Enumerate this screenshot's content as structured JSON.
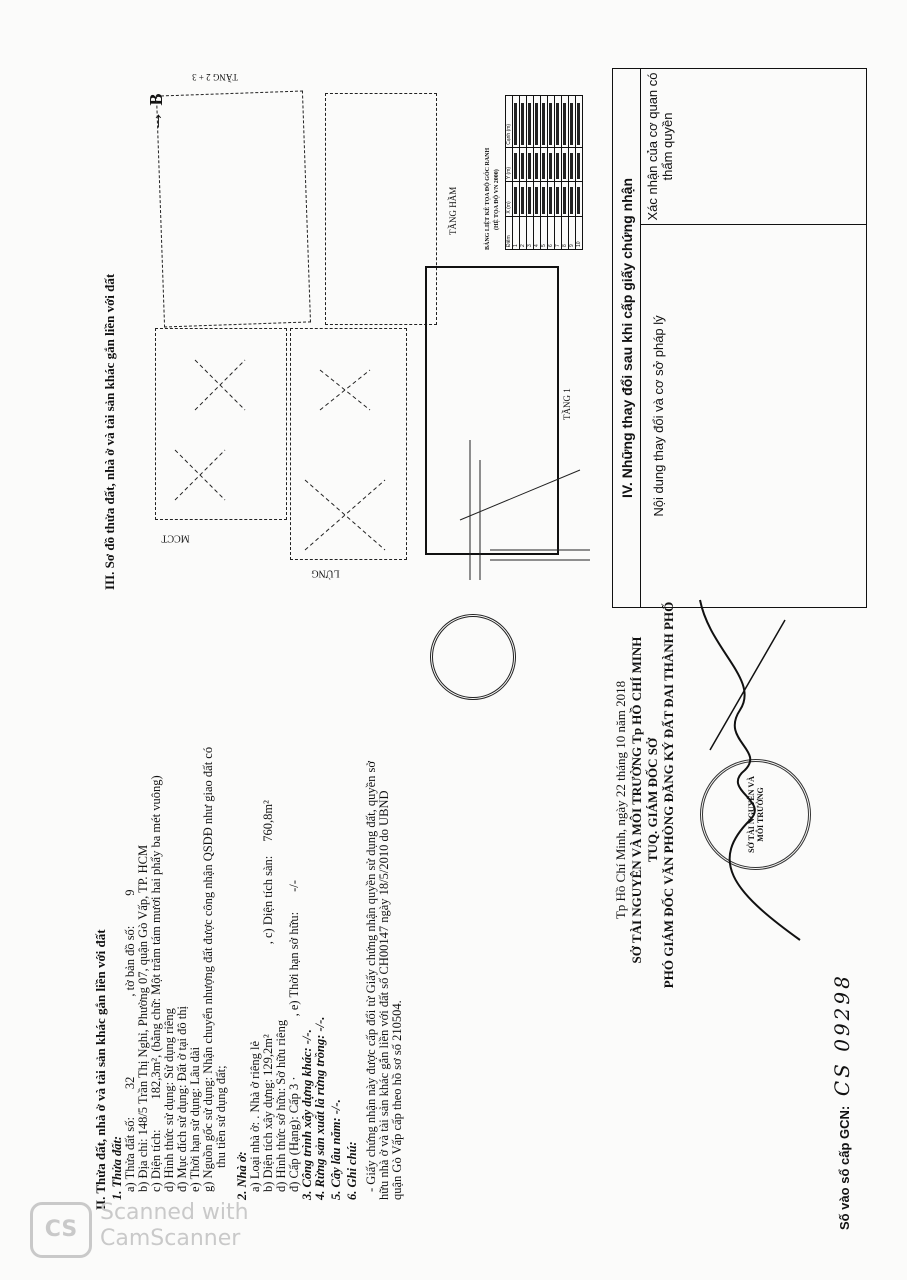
{
  "section2": {
    "heading": "II. Thửa đất, nhà ở và tài sản khác gắn liền với đất",
    "land_title": "1. Thửa đất:",
    "parcel_label": "a) Thửa đất số:",
    "parcel_no": "32",
    "map_sheet_label": ", tờ bản đồ số:",
    "map_sheet_no": "9",
    "address": "b) Địa chỉ:  148/5 Trần Thị Nghỉ, Phường 07, quận Gò Vấp, TP. HCM",
    "area_label": "c) Diện tích:",
    "area_value": "182,3m², (bằng chữ: Một trăm tám mươi hai phẩy ba mét vuông)",
    "use_form": "d) Hình thức sử dụng:   Sử dụng riêng",
    "use_purpose": "đ) Mục đích sử dụng:  Đất ở tại đô thị",
    "use_term": "e) Thời hạn sử dụng:   Lâu dài",
    "origin_1": "g) Nguồn gốc sử dụng: Nhận chuyển nhượng đất được công nhận QSDĐ như giao đất có",
    "origin_2": "thu tiền sử dụng đất;",
    "house_title": "2. Nhà ở:",
    "house_type": "a) Loại nhà ở:   . Nhà ở riêng lẻ",
    "build_area": "b) Diện tích xây dựng:    129,2m²",
    "floor_area_label": ", c) Diện tích sàn:",
    "floor_area": "760,8m²",
    "ownership": "d) Hình thức sở hữu:      Sở hữu riêng",
    "grade": "đ) Cấp (Hạng):  Cấp 3 ·",
    "own_term_label": ", e) Thời hạn sở hữu:",
    "own_term": "-/-",
    "other_works": "3. Công trình xây dựng khác: -/-.",
    "forest": "4. Rừng sản xuất là rừng trồng: -/-.",
    "perennial": "5. Cây lâu năm: -/-.",
    "notes_title": "6. Ghi chú:",
    "note_1": "- Giấy chứng nhận này được cấp đổi từ Giấy chứng nhận quyền sử dụng đất, quyền sở",
    "note_2": "hữu nhà ở và tài sản khác gắn liền với đất số CH00147 ngày 18/5/2010 do UBND",
    "note_3": "quận Gò Vấp cấp theo hồ sơ số 210504."
  },
  "signature": {
    "date_line": "Tp Hồ Chí Minh, ngày 22 tháng 10 năm 2018",
    "org": "SỞ TÀI NGUYÊN VÀ MÔI TRƯỜNG Tp HỒ CHÍ MINH",
    "tuq": "TUQ. GIÁM ĐỐC SỞ",
    "deputy": "PHÓ GIÁM ĐỐC VĂN PHÒNG ĐĂNG KÝ ĐẤT ĐAI THÀNH PHỐ",
    "register_label": "Số vào sổ cấp GCN:",
    "register_no": "CS 09298",
    "stamp_text": "SỞ TÀI NGUYÊN VÀ MÔI TRƯỜNG"
  },
  "section3": {
    "heading": "III. Sơ đồ thửa đất, nhà ở và tài sản khác gắn liền với đất",
    "north": "B",
    "floors": [
      "MCCT",
      "LỬNG",
      "TẦNG 1",
      "TẦNG HẦM",
      "TẦNG 2 + 3"
    ],
    "coord_table_title": "BẢNG LIỆT KÊ TỌA ĐỘ GÓC RANH",
    "coord_table_sub": "(HỆ TỌA ĐỘ VN 2000)",
    "coord_headers": [
      "Điểm",
      "X (m)",
      "Y (m)",
      "Cạnh (m)"
    ],
    "coord_rows": [
      "1",
      "2",
      "3",
      "4",
      "5",
      "6",
      "7",
      "8",
      "9",
      "10"
    ]
  },
  "section4": {
    "heading": "IV. Những thay đổi sau khi cấp giấy chứng nhận",
    "col_changes": "Nội dung thay đổi và cơ sở pháp lý",
    "col_confirm": "Xác nhận của cơ quan có thẩm quyền"
  },
  "watermark": {
    "logo": "CS",
    "line1": "Scanned with",
    "line2": "CamScanner"
  }
}
